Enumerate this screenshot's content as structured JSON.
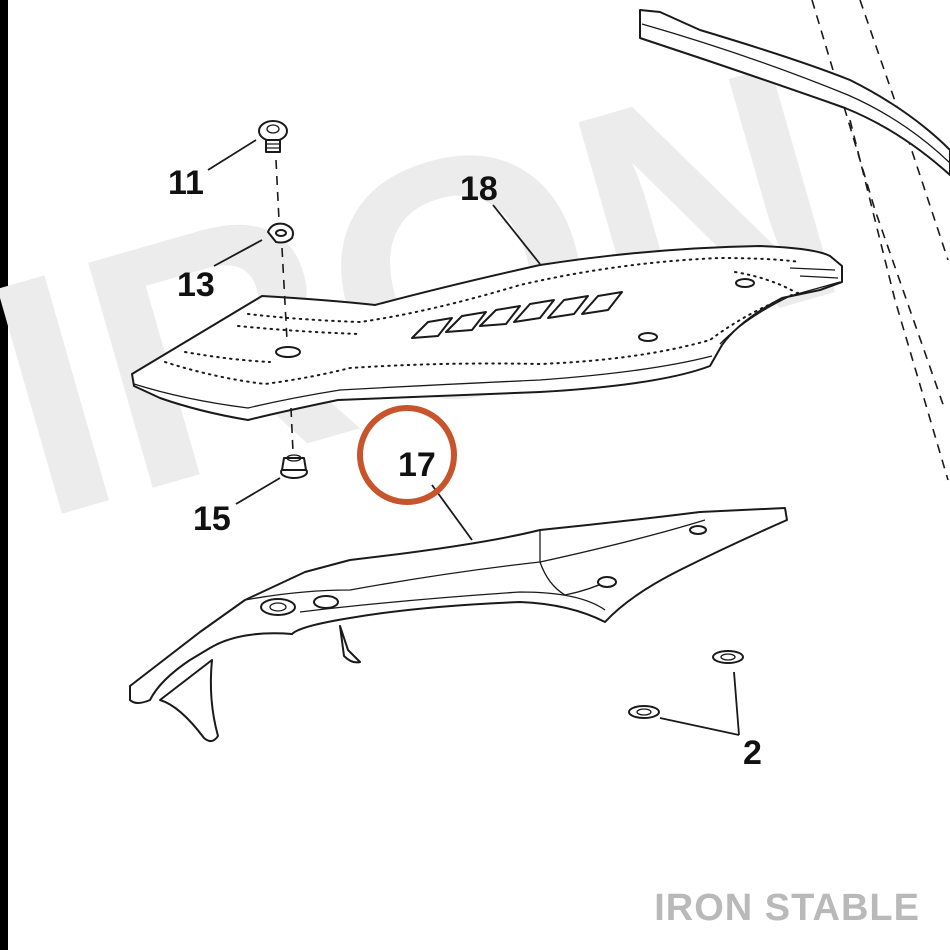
{
  "colors": {
    "highlight": "#c8542b",
    "watermark": "#ececec",
    "brand": "#b9b9b9",
    "line": "#1a1a1a"
  },
  "watermark": {
    "text": "IRON"
  },
  "callouts": {
    "c11": "11",
    "c13": "13",
    "c15": "15",
    "c17": "17",
    "c18": "18",
    "c2": "2"
  },
  "brand": {
    "text": "IRON STABLE"
  }
}
